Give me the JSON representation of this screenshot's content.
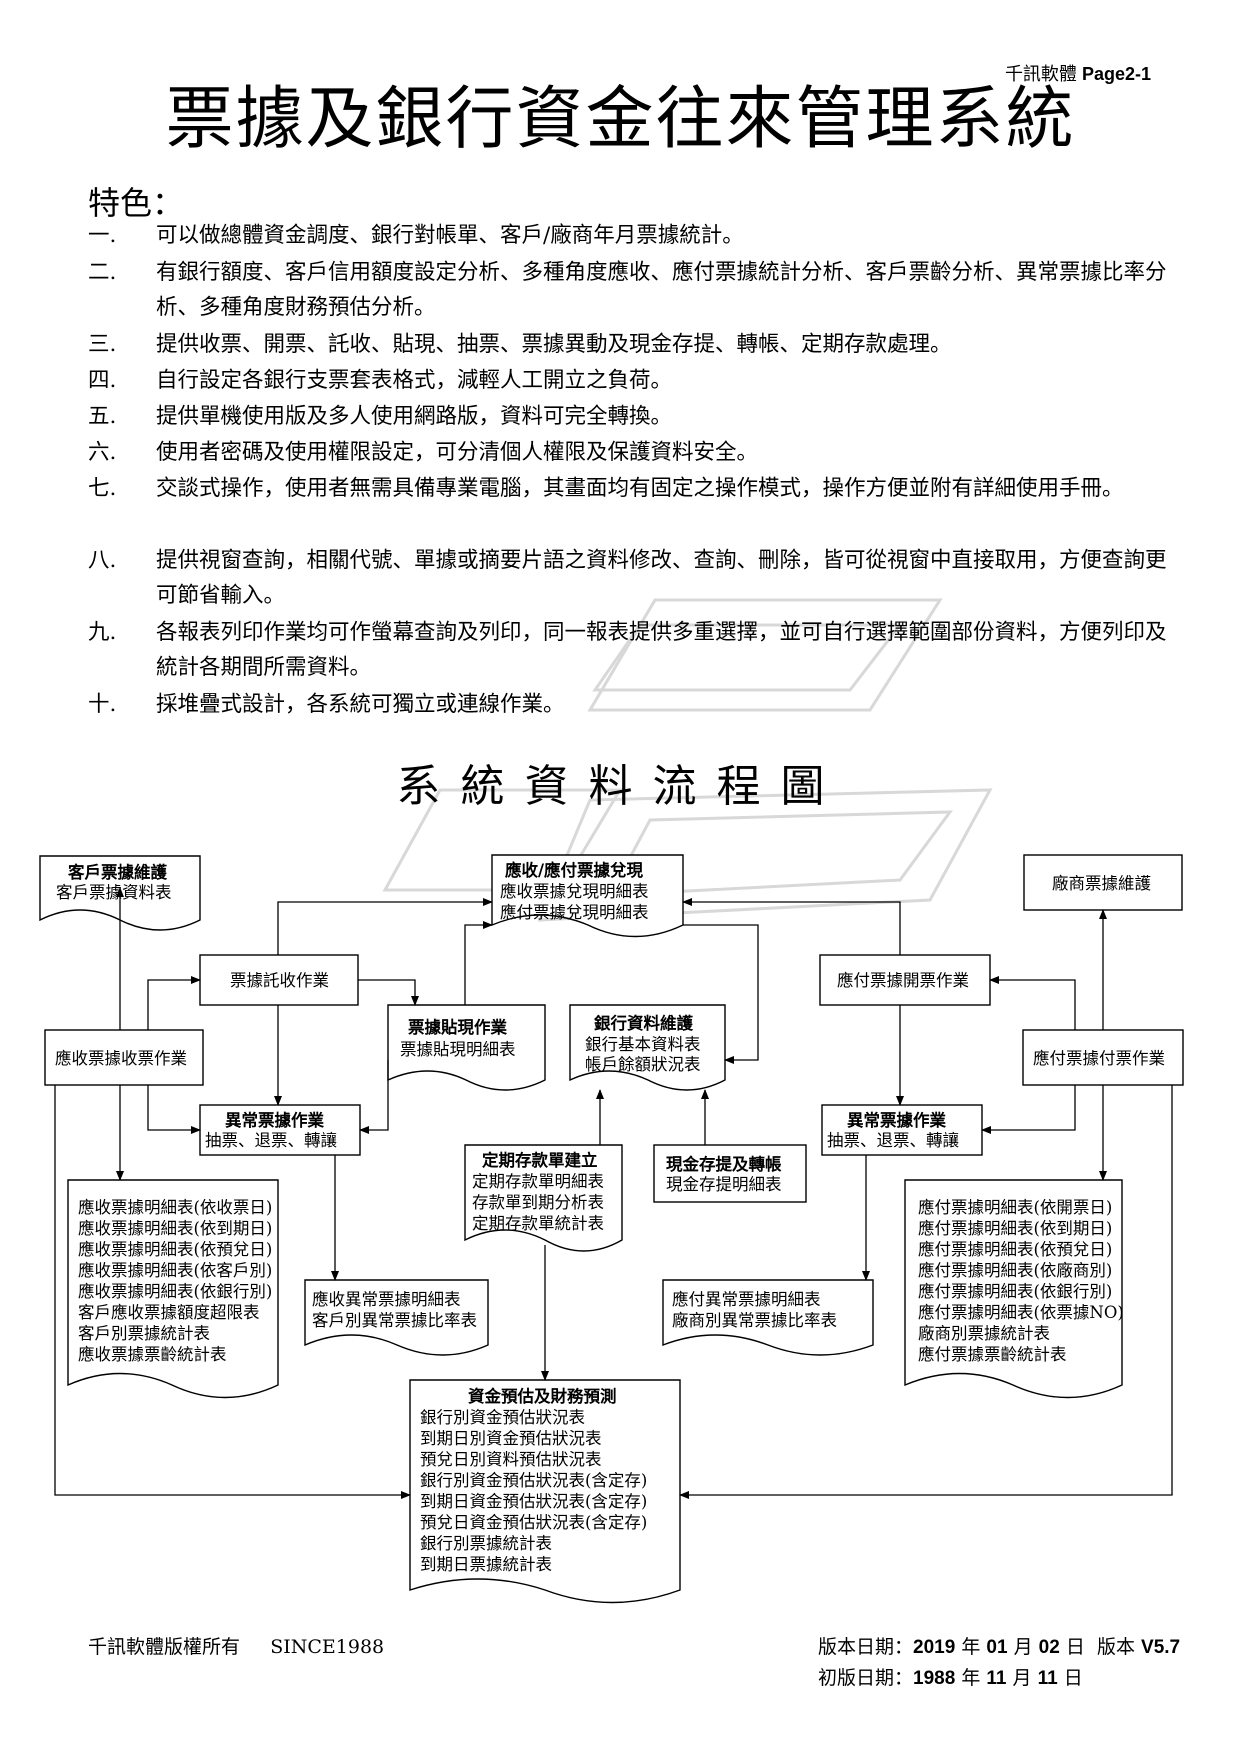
{
  "header": {
    "company": "千訊軟體",
    "page_label": "Page2-1"
  },
  "title": "票據及銀行資金往來管理系統",
  "features_heading": "特色：",
  "features": [
    {
      "num": "一.",
      "text": "可以做總體資金調度、銀行對帳單、客戶/廠商年月票據統計。"
    },
    {
      "num": "二.",
      "text": "有銀行額度、客戶信用額度設定分析、多種角度應收、應付票據統計分析、客戶票齡分析、異常票據比率分析、多種角度財務預估分析。"
    },
    {
      "num": "三.",
      "text": "提供收票、開票、託收、貼現、抽票、票據異動及現金存提、轉帳、定期存款處理。"
    },
    {
      "num": "四.",
      "text": "自行設定各銀行支票套表格式，減輕人工開立之負荷。"
    },
    {
      "num": "五.",
      "text": "提供單機使用版及多人使用網路版，資料可完全轉換。"
    },
    {
      "num": "六.",
      "text": "使用者密碼及使用權限設定，可分清個人權限及保護資料安全。"
    },
    {
      "num": "七.",
      "text": "交談式操作，使用者無需具備專業電腦，其畫面均有固定之操作模式，操作方便並附有詳細使用手冊。"
    },
    {
      "num": "八.",
      "text": "提供視窗查詢，相關代號、單據或摘要片語之資料修改、查詢、刪除，皆可從視窗中直接取用，方便查詢更可節省輸入。"
    },
    {
      "num": "九.",
      "text": "各報表列印作業均可作螢幕查詢及列印，同一報表提供多重選擇，並可自行選擇範圍部份資料，方便列印及統計各期間所需資料。"
    },
    {
      "num": "十.",
      "text": "採堆疊式設計，各系統可獨立或連線作業。"
    }
  ],
  "flow_title": "系統資料流程圖",
  "flow": {
    "customer_maint": {
      "title": "客戶票據維護",
      "lines": [
        "客戶票據資料表"
      ]
    },
    "redeem": {
      "title": "應收/應付票據兌現",
      "lines": [
        "應收票據兌現明細表",
        "應付票據兌現明細表"
      ]
    },
    "vendor_maint": {
      "title": "廠商票據維護"
    },
    "collection": {
      "title": "票據託收作業"
    },
    "payable_issue": {
      "title": "應付票據開票作業"
    },
    "receivable_receive": {
      "title": "應收票據收票作業"
    },
    "discount": {
      "title": "票據貼現作業",
      "lines": [
        "票據貼現明細表"
      ]
    },
    "bank_maint": {
      "title": "銀行資料維護",
      "lines": [
        "銀行基本資料表",
        "帳戶餘額狀況表"
      ]
    },
    "payable_pay": {
      "title": "應付票據付票作業"
    },
    "abnormal_left": {
      "title": "異常票據作業",
      "lines": [
        "抽票、退票、轉讓"
      ]
    },
    "abnormal_right": {
      "title": "異常票據作業",
      "lines": [
        "抽票、退票、轉讓"
      ]
    },
    "deposit": {
      "title": "定期存款單建立",
      "lines": [
        "定期存款單明細表",
        "存款單到期分析表",
        "定期存款單統計表"
      ]
    },
    "cash": {
      "title": "現金存提及轉帳",
      "lines": [
        "現金存提明細表"
      ]
    },
    "receivable_reports": {
      "lines": [
        "應收票據明細表(依收票日)",
        "應收票據明細表(依到期日)",
        "應收票據明細表(依預兌日)",
        "應收票據明細表(依客戶別)",
        "應收票據明細表(依銀行別)",
        "客戶應收票據額度超限表",
        "客戶別票據統計表",
        "應收票據票齡統計表"
      ]
    },
    "abnormal_left_reports": {
      "lines": [
        "應收異常票據明細表",
        "客戶別異常票據比率表"
      ]
    },
    "abnormal_right_reports": {
      "lines": [
        "應付異常票據明細表",
        "廠商別異常票據比率表"
      ]
    },
    "payable_reports": {
      "lines": [
        "應付票據明細表(依開票日)",
        "應付票據明細表(依到期日)",
        "應付票據明細表(依預兌日)",
        "應付票據明細表(依廠商別)",
        "應付票據明細表(依銀行別)",
        "應付票據明細表(依票據NO)",
        "廠商別票據統計表",
        "應付票據票齡統計表"
      ]
    },
    "forecast": {
      "title": "資金預估及財務預測",
      "lines": [
        "銀行別資金預估狀況表",
        "到期日別資金預估狀況表",
        "預兌日別資料預估狀況表",
        "銀行別資金預估狀況表(含定存)",
        "到期日資金預估狀況表(含定存)",
        "預兌日資金預估狀況表(含定存)",
        "銀行別票據統計表",
        "到期日票據統計表"
      ]
    }
  },
  "footer": {
    "copyright": "千訊軟體版權所有",
    "since": "SINCE1988",
    "version_label": "版本日期：",
    "version_year": "2019",
    "version_month": "01",
    "version_day": "02",
    "version_word": "版本",
    "version_num": "V5.7",
    "first_label": "初版日期：",
    "first_year": "1988",
    "first_month": "11",
    "first_day": "11",
    "year_char": "年",
    "month_char": "月",
    "day_char": "日"
  }
}
